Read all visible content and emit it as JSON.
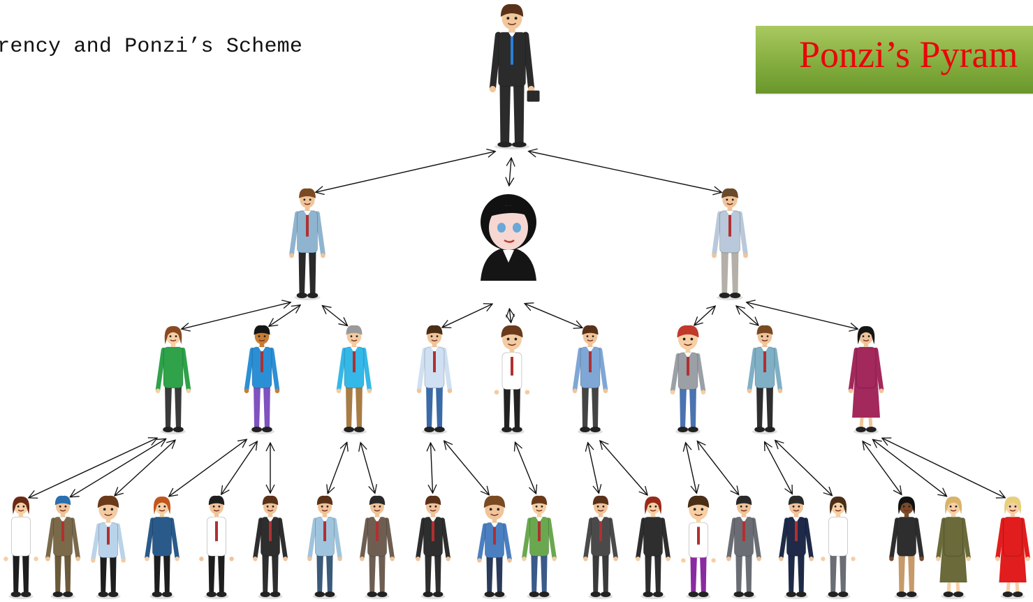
{
  "header": {
    "caption": "rrency and Ponzi’s Scheme",
    "banner_title": "Ponzi’s Pyram",
    "banner_color": "#8ab342",
    "title_color": "#e8060a"
  },
  "pyramid": {
    "levels": [
      [
        {
          "id": "boss",
          "hair": "#5a3219",
          "skin": "#f1c79c",
          "top": "#2b2b2b",
          "bottom": "#2b2b2b",
          "kind": "m"
        }
      ],
      [
        {
          "id": "l1a",
          "hair": "#7a4a22",
          "skin": "#f0c49a",
          "top": "#8fb4cf",
          "bottom": "#2a2a2a",
          "kind": "m"
        },
        {
          "id": "l1b",
          "hair": "#111111",
          "skin": "#f6d7d2",
          "top": "#151515",
          "bottom": "#151515",
          "kind": "bust"
        },
        {
          "id": "l1c",
          "hair": "#6a4a2a",
          "skin": "#f0c49a",
          "top": "#b9c8da",
          "bottom": "#b4b0a8",
          "kind": "m"
        }
      ],
      [
        {
          "id": "l2a",
          "hair": "#8a4a20",
          "skin": "#f6cfa4",
          "top": "#2fa24a",
          "bottom": "#3a3a3a",
          "kind": "f"
        },
        {
          "id": "l2b",
          "hair": "#151515",
          "skin": "#c77d34",
          "top": "#2b8fd6",
          "bottom": "#7f52c0",
          "kind": "m"
        },
        {
          "id": "l2c",
          "hair": "#9a9a9a",
          "skin": "#f3cba2",
          "top": "#34b8e8",
          "bottom": "#a87c45",
          "kind": "m"
        },
        {
          "id": "l2d",
          "hair": "#4a2e16",
          "skin": "#f0c49a",
          "top": "#cfe0f2",
          "bottom": "#3a6aa8",
          "kind": "m"
        },
        {
          "id": "l2e",
          "hair": "#6a3a1a",
          "skin": "#f3cba2",
          "top": "#ffffff",
          "bottom": "#222222",
          "kind": "kid"
        },
        {
          "id": "l2f",
          "hair": "#5a3219",
          "skin": "#f0c49a",
          "top": "#7ea7d6",
          "bottom": "#444444",
          "kind": "m"
        },
        {
          "id": "l2g",
          "hair": "#c0392b",
          "skin": "#f6cfa4",
          "top": "#9aa0a6",
          "bottom": "#4a73b0",
          "kind": "kid"
        },
        {
          "id": "l2h",
          "hair": "#7a4a22",
          "skin": "#f0c49a",
          "top": "#7fb0c6",
          "bottom": "#2e2e2e",
          "kind": "m"
        },
        {
          "id": "l2i",
          "hair": "#151515",
          "skin": "#f0c49a",
          "top": "#a3285c",
          "bottom": "#a3285c",
          "kind": "dress"
        }
      ],
      [
        {
          "id": "b1",
          "hair": "#6a2a15",
          "skin": "#f6cfa4",
          "top": "#ffffff",
          "bottom": "#1e1e1e",
          "kind": "f"
        },
        {
          "id": "b2",
          "hair": "#2a6fb0",
          "skin": "#f0c49a",
          "top": "#7a6a4a",
          "bottom": "#6a5a3a",
          "kind": "m"
        },
        {
          "id": "b3",
          "hair": "#6a3a1a",
          "skin": "#f3cba2",
          "top": "#b9d3ea",
          "bottom": "#1e1e1e",
          "kind": "kid"
        },
        {
          "id": "b4",
          "hair": "#c2571e",
          "skin": "#f6cfa4",
          "top": "#2a5a8a",
          "bottom": "#1e1e1e",
          "kind": "f"
        },
        {
          "id": "b5",
          "hair": "#1e1e1e",
          "skin": "#f0c49a",
          "top": "#ffffff",
          "bottom": "#1e1e1e",
          "kind": "m"
        },
        {
          "id": "b6",
          "hair": "#5a3219",
          "skin": "#f0c49a",
          "top": "#2e2e2e",
          "bottom": "#2e2e2e",
          "kind": "m"
        },
        {
          "id": "b7",
          "hair": "#5a3219",
          "skin": "#f0c49a",
          "top": "#9fc4dd",
          "bottom": "#3a5a7a",
          "kind": "m"
        },
        {
          "id": "b8",
          "hair": "#2a2a2a",
          "skin": "#f0c49a",
          "top": "#6e5e52",
          "bottom": "#6e5e52",
          "kind": "m"
        },
        {
          "id": "b9",
          "hair": "#5a3219",
          "skin": "#f0c49a",
          "top": "#2e2e2e",
          "bottom": "#2e2e2e",
          "kind": "m"
        },
        {
          "id": "b10",
          "hair": "#7a4a22",
          "skin": "#f0c49a",
          "top": "#4a7fc0",
          "bottom": "#2a3a5a",
          "kind": "kid"
        },
        {
          "id": "b11",
          "hair": "#6a3a1a",
          "skin": "#f6cfa4",
          "top": "#6aa84f",
          "bottom": "#3a5a8a",
          "kind": "m"
        },
        {
          "id": "b12",
          "hair": "#5a3219",
          "skin": "#f0c49a",
          "top": "#4a4a4a",
          "bottom": "#3a3a3a",
          "kind": "m"
        },
        {
          "id": "b13",
          "hair": "#9a2a1a",
          "skin": "#f6cfa4",
          "top": "#2e2e2e",
          "bottom": "#2e2e2e",
          "kind": "f"
        },
        {
          "id": "b14",
          "hair": "#4a2e16",
          "skin": "#f6cfa4",
          "top": "#ffffff",
          "bottom": "#8a2aa0",
          "kind": "kid"
        },
        {
          "id": "b15",
          "hair": "#2a2a2a",
          "skin": "#f0c49a",
          "top": "#6a6e74",
          "bottom": "#6a6e74",
          "kind": "m"
        },
        {
          "id": "b16",
          "hair": "#2a2a2a",
          "skin": "#f0c49a",
          "top": "#1e2a48",
          "bottom": "#1e2a48",
          "kind": "m"
        },
        {
          "id": "b17",
          "hair": "#4a2e16",
          "skin": "#f6cfa4",
          "top": "#ffffff",
          "bottom": "#6a6e74",
          "kind": "f"
        },
        {
          "id": "b18",
          "hair": "#111111",
          "skin": "#7a4a2a",
          "top": "#2e2e2e",
          "bottom": "#c79a6a",
          "kind": "f"
        },
        {
          "id": "b19",
          "hair": "#d8b46a",
          "skin": "#f6cfa4",
          "top": "#6a6a3a",
          "bottom": "#6a6a3a",
          "kind": "dress"
        },
        {
          "id": "b20",
          "hair": "#e8cf7a",
          "skin": "#f6cfa4",
          "top": "#e11d1d",
          "bottom": "#e11d1d",
          "kind": "dress"
        }
      ]
    ]
  }
}
